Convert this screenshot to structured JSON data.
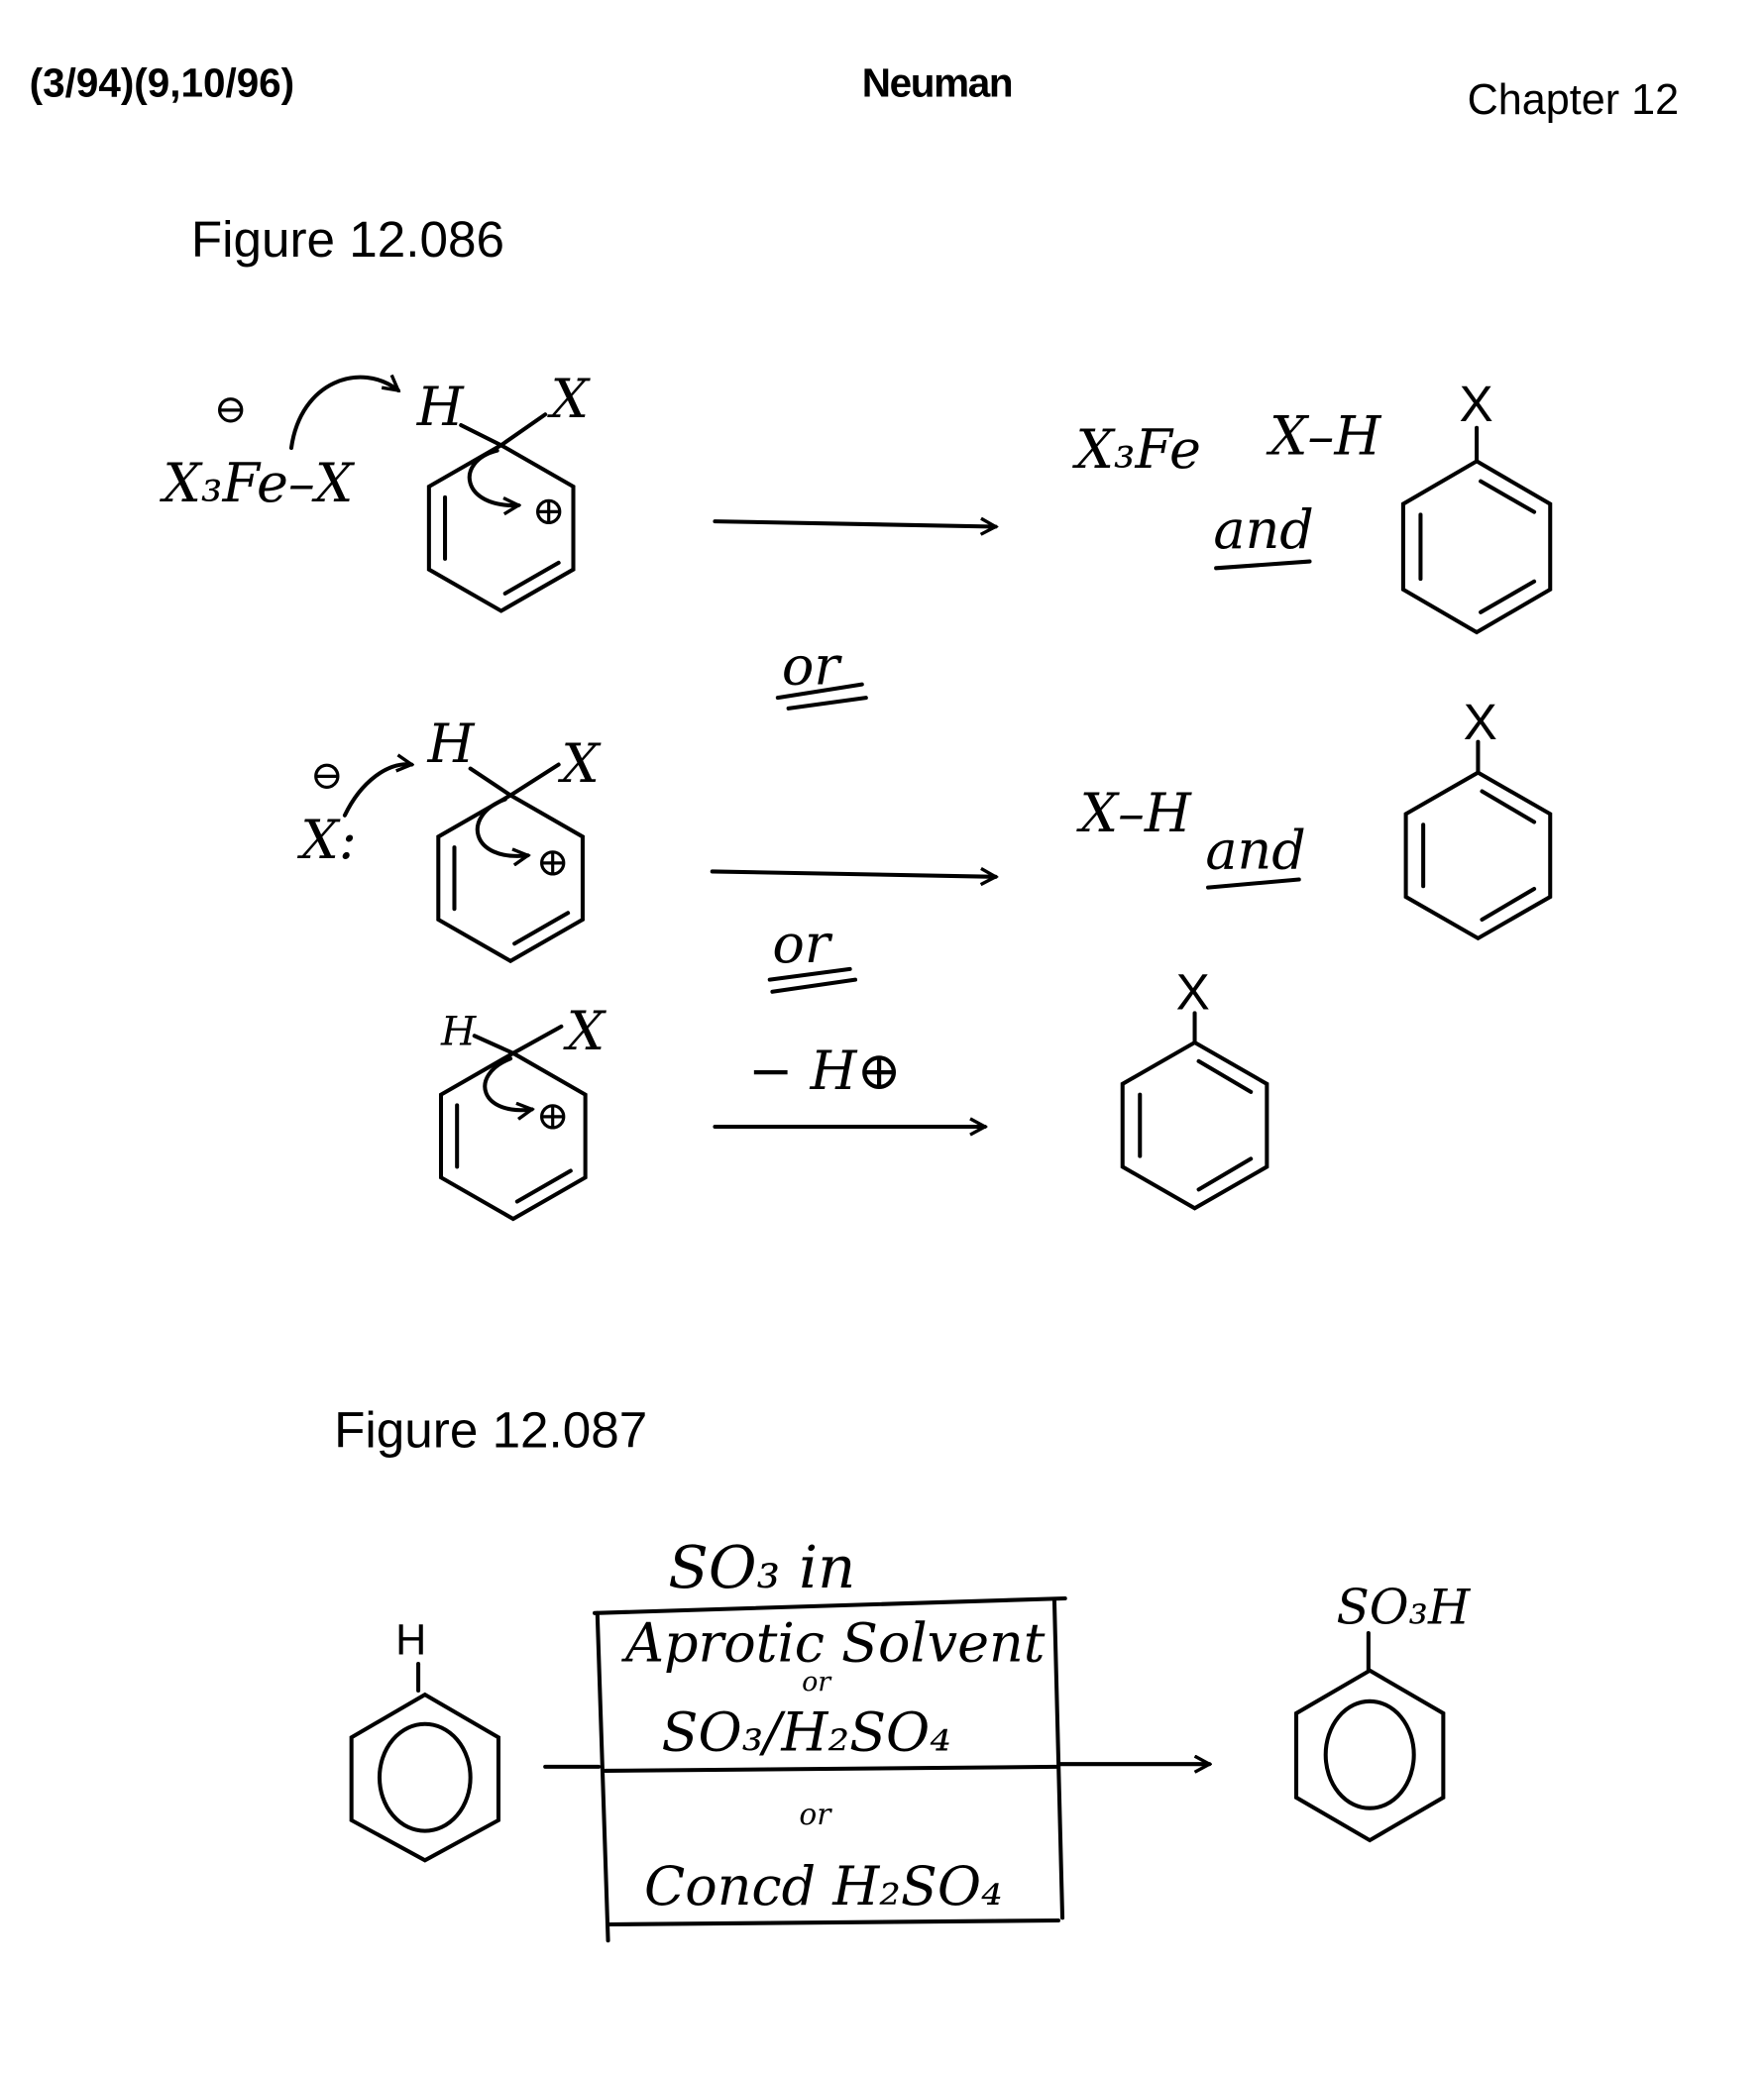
{
  "header": {
    "dates": "(3/94)(9,10/96)",
    "author": "Neuman",
    "chapter": "Chapter 12"
  },
  "figure_086": {
    "title": "Figure 12.086",
    "row1": {
      "reagent": "X₃Fe–X",
      "charge_minus": "⊖",
      "h_label": "H",
      "x_label": "X",
      "charge_plus": "⊕",
      "product_fe": "X₃Fe",
      "product_hx": "X–H",
      "and_label": "and",
      "product_x": "X"
    },
    "or_1": "or",
    "row2": {
      "reagent": "X:",
      "charge_minus": "⊖",
      "h_label": "H",
      "x_label": "X",
      "charge_plus": "⊕",
      "product_hx": "X–H",
      "and_label": "and",
      "product_x": "X"
    },
    "or_2": "or",
    "row3": {
      "h_label": "H",
      "x_label": "X",
      "charge_plus": "⊕",
      "arrow_label": "− H⊕",
      "product_x": "X"
    }
  },
  "figure_087": {
    "title": "Figure 12.087",
    "reactant_h": "H",
    "condition_top": "SO₃ in",
    "condition_1": "Aprotic Solvent",
    "or_a": "or",
    "condition_2": "SO₃/H₂SO₄",
    "or_b": "or",
    "condition_3": "Concd H₂SO₄",
    "product_group": "SO₃H"
  }
}
